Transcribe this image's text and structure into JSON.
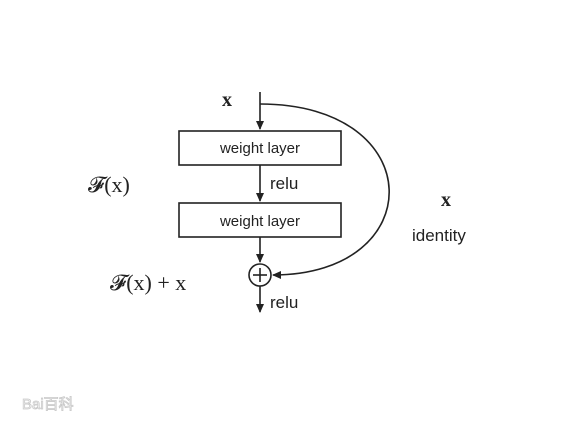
{
  "input_label": "x",
  "layers": [
    {
      "label": "weight layer"
    },
    {
      "label": "weight layer"
    }
  ],
  "relu_labels": [
    "relu",
    "relu"
  ],
  "residual_label": "𝓕(x)",
  "output_label": "𝓕(x) + x",
  "identity": {
    "symbol": "x",
    "label": "identity"
  },
  "watermark": "Bai百科",
  "colors": {
    "stroke": "#222222",
    "background": "#ffffff",
    "watermark": "#c8c8c8"
  }
}
